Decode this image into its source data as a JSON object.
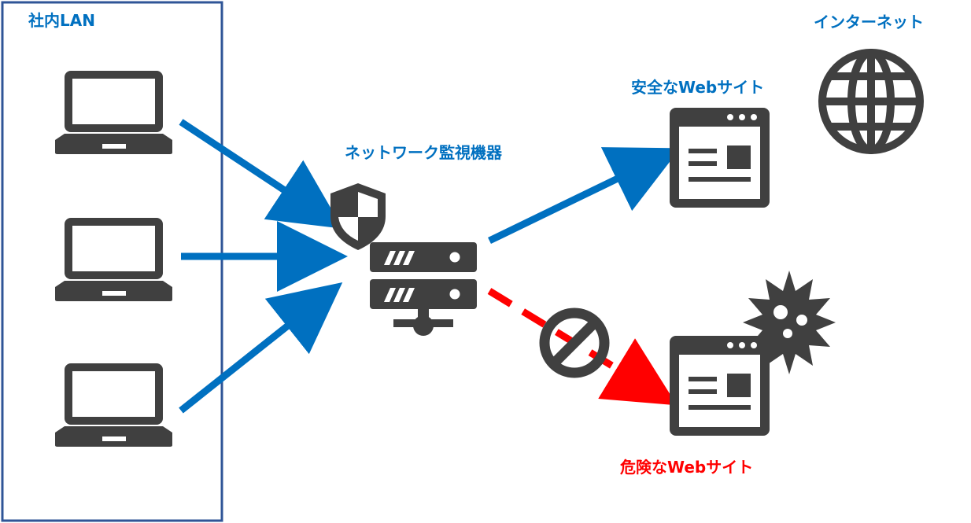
{
  "labels": {
    "lan": "社内LAN",
    "internet": "インターネット",
    "monitor": "ネットワーク監視機器",
    "safe_site": "安全なWebサイト",
    "danger_site": "危険なWebサイト"
  },
  "colors": {
    "blue": "#0070c0",
    "red": "#ff0000",
    "icon": "#404040",
    "lan_border": "#2f5597"
  },
  "icons": [
    "laptop-icon",
    "shield-icon",
    "server-icon",
    "globe-icon",
    "browser-window-icon",
    "virus-icon",
    "prohibited-icon"
  ]
}
